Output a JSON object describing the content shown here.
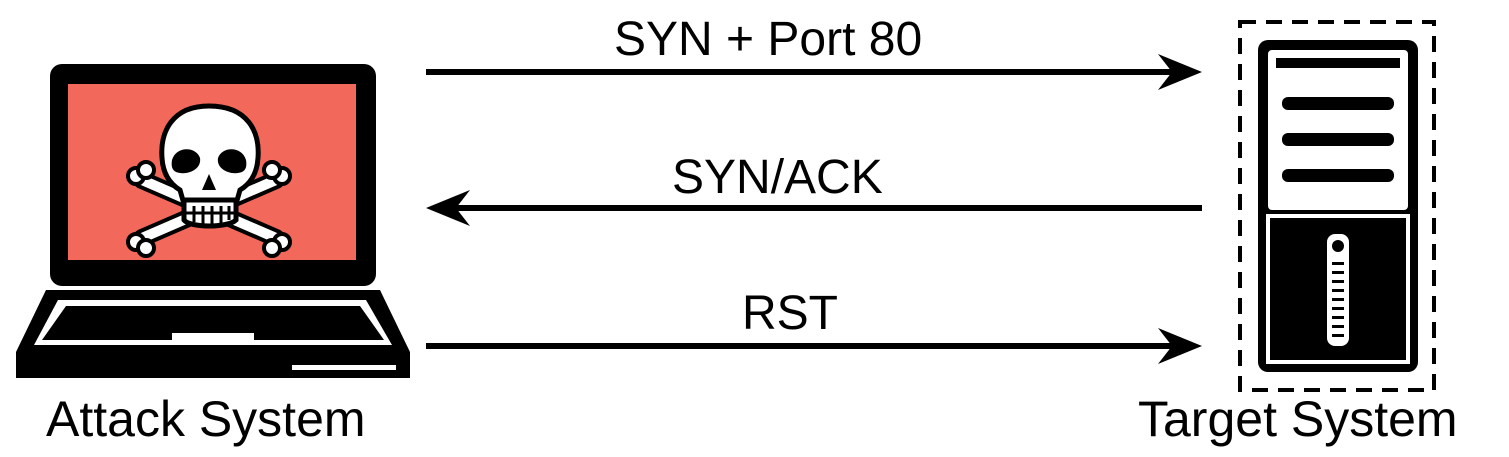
{
  "flows": {
    "syn_port_label": "SYN + Port 80",
    "syn_ack_label": "SYN/ACK",
    "rst_label": "RST"
  },
  "nodes": {
    "attack_label": "Attack System",
    "target_label": "Target System"
  },
  "colors": {
    "screen": "#f2685a",
    "ink": "#000000",
    "background": "#ffffff"
  },
  "icons": [
    "laptop-icon",
    "skull-crossbones-icon",
    "server-tower-icon"
  ]
}
